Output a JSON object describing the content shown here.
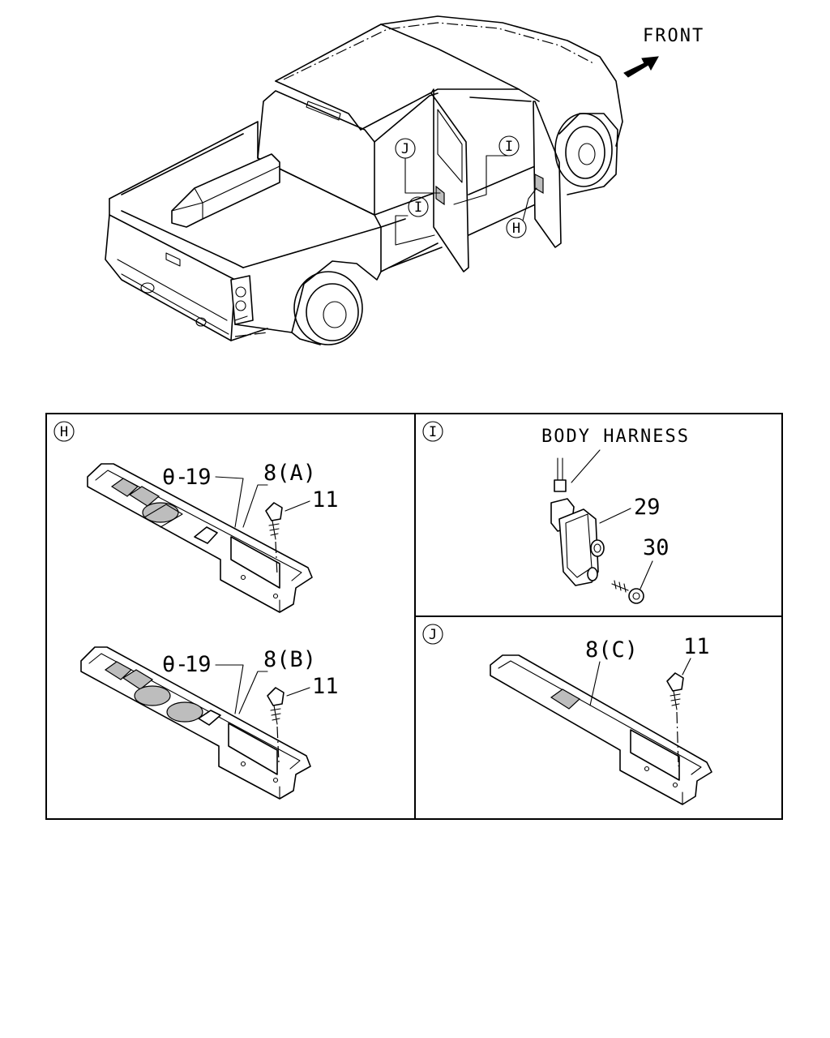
{
  "overview": {
    "front_label": "FRONT",
    "callouts": {
      "J": "J",
      "I_upper": "I",
      "I_lower": "I",
      "H": "H"
    }
  },
  "panel_h": {
    "tag": "H",
    "upper": {
      "label_19": "19",
      "label_8": "8(A)",
      "label_11": "11"
    },
    "lower": {
      "label_19": "19",
      "label_8": "8(B)",
      "label_11": "11"
    }
  },
  "panel_i": {
    "tag": "I",
    "body_harness": "BODY HARNESS",
    "label_29": "29",
    "label_30": "30"
  },
  "panel_j": {
    "tag": "J",
    "label_8": "8(C)",
    "label_11": "11"
  },
  "icons": [
    "front-arrow-icon",
    "screw-icon",
    "switch-panel-icon",
    "connector-icon"
  ]
}
